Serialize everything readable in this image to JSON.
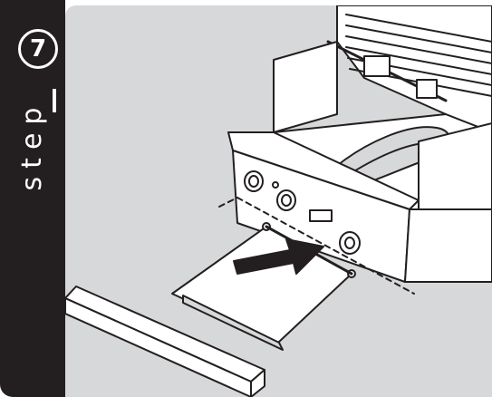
{
  "step": {
    "word": "step",
    "number": "7"
  },
  "colors": {
    "sidebar": "#231f20",
    "panel": "#d7d8d9",
    "line_art": "#231f20",
    "arrow": "#231f20",
    "grill_fill": "#ffffff"
  },
  "illustration": {
    "subject": "grill-with-drip-tray",
    "action_arrow_icon": "push-arrow-icon"
  }
}
